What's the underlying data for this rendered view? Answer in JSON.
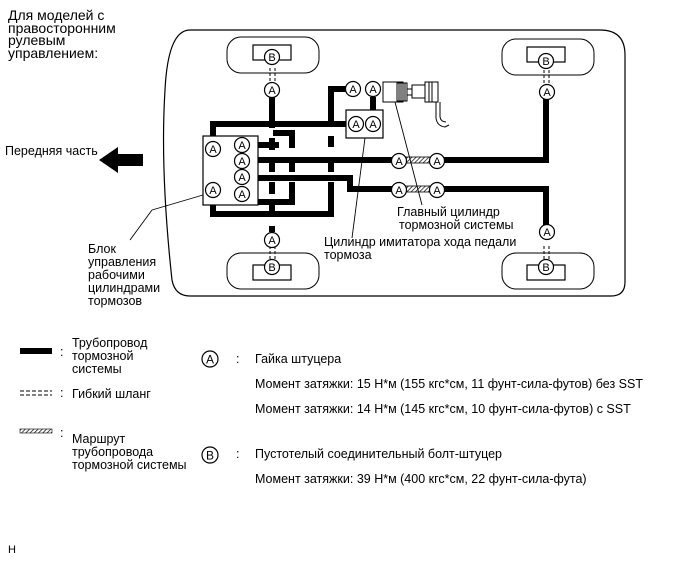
{
  "title_lines": [
    "Для моделей с",
    "правосторонним",
    "рулевым",
    "управлением:"
  ],
  "front_label": "Передняя часть",
  "callouts": {
    "actuator_block": [
      "Блок",
      "управления",
      "рабочими",
      "цилиндрами",
      "тормозов"
    ],
    "master_cylinder": [
      "Главный цилиндр",
      "тормозной системы"
    ],
    "stroke_simulator": [
      "Цилиндр имитатора хода педали",
      "тормоза"
    ]
  },
  "symbols": {
    "A": "A",
    "B": "B"
  },
  "legend": {
    "lines": [
      {
        "type": "brake-line",
        "label": [
          "Трубопровод",
          "тормозной",
          "системы"
        ]
      },
      {
        "type": "flexible-hose",
        "label": [
          "Гибкий шланг"
        ]
      },
      {
        "type": "route",
        "label": [
          "Маршрут",
          "трубопровода",
          "тормозной системы"
        ]
      }
    ],
    "separator": ":",
    "parts": [
      {
        "symbol": "A",
        "name": "Гайка штуцера",
        "torques": [
          "Момент затяжки: 15 Н*м (155 кгс*см, 11 фунт-сила-футов) без SST",
          "Момент затяжки: 14 Н*м (145 кгс*см, 10 фунт-сила-футов) с SST"
        ]
      },
      {
        "symbol": "B",
        "name": "Пустотелый соединительный болт-штуцер",
        "torques": [
          "Момент затяжки: 39 Н*м (400 кгс*см, 22 фунт-сила-фута)"
        ]
      }
    ]
  },
  "footer_code": "H"
}
